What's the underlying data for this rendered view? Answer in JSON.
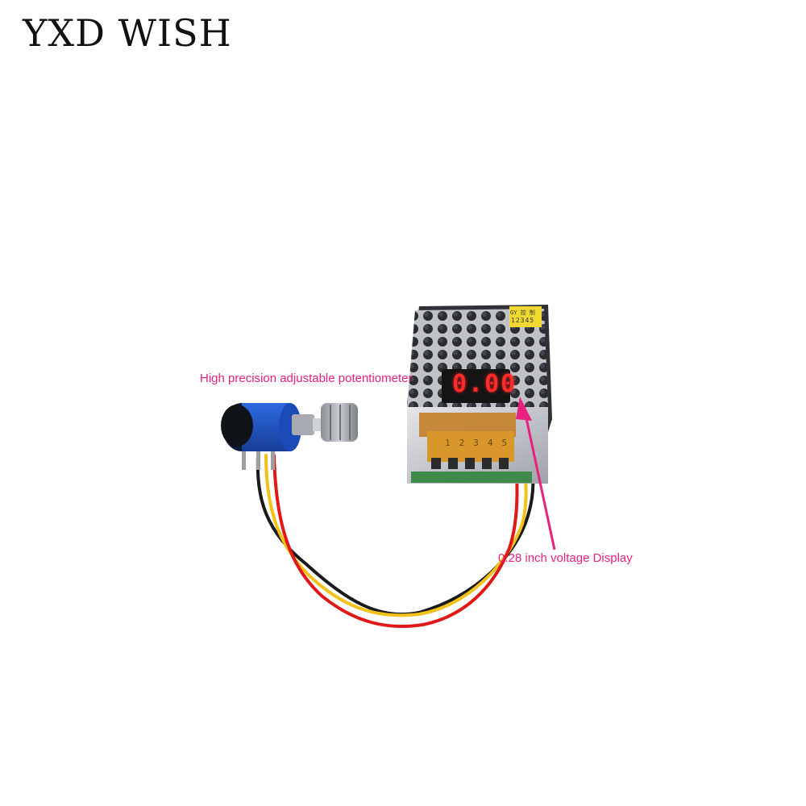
{
  "brand": {
    "text": "YXD WISH"
  },
  "annotations": {
    "potentiometer": "High precision adjustable potentiometer",
    "display": "0.28 inch voltage Display"
  },
  "display_reading": "0.00",
  "terminal_label": "12345",
  "terminal_tag_top": "GY 控 制",
  "colors": {
    "annotation": "#e8207f",
    "led": "#ff2a2a",
    "wire_red": "#e01818",
    "wire_yellow": "#f2c21a",
    "wire_black": "#1a1a1a",
    "pot_body": "#1f55c8",
    "terminal_block": "#d9962a"
  }
}
